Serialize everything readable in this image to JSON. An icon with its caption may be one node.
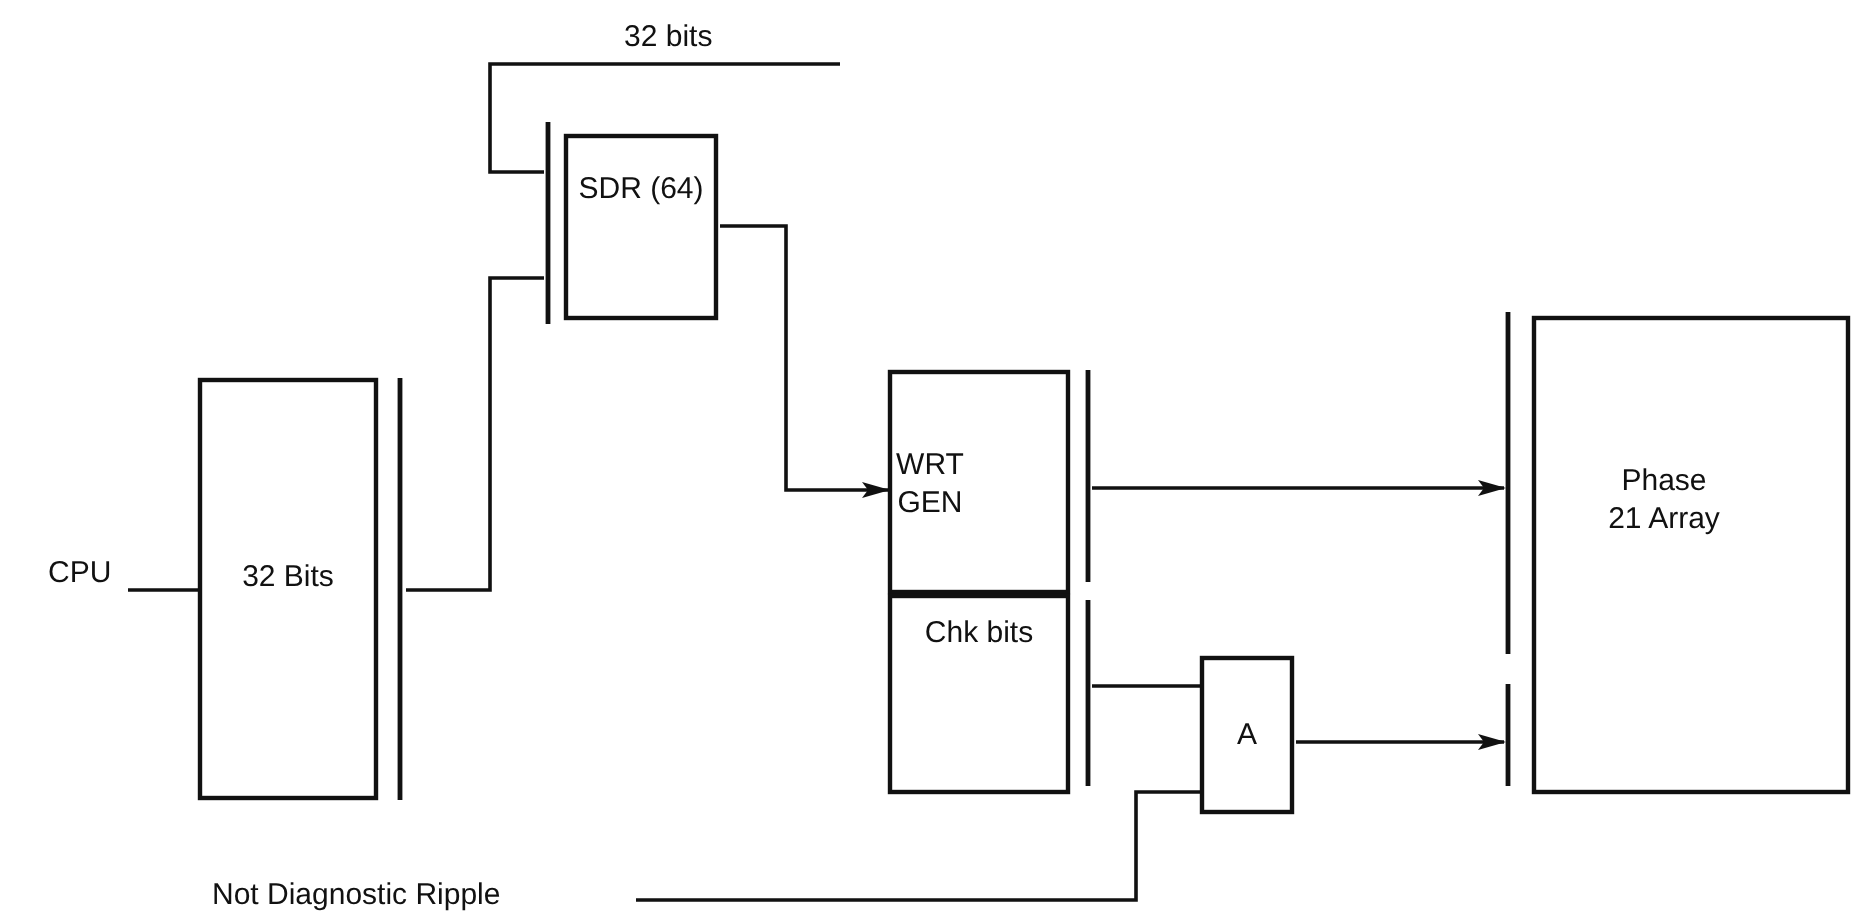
{
  "diagram": {
    "nodes": [
      {
        "text": [
          "CPU"
        ]
      },
      {
        "text": [
          "32 Bits"
        ]
      },
      {
        "text": [
          "SDR (64)"
        ]
      },
      {
        "text": [
          "WRT GEN"
        ]
      },
      {
        "text": [
          "Chk bits"
        ]
      },
      {
        "text": [
          "A"
        ]
      },
      {
        "text": [
          "Phase 21 Array"
        ]
      },
      {
        "text": [
          "Not Diagnostic Ripple"
        ]
      }
    ],
    "edges": [
      {
        "from": 0,
        "to": 1,
        "arrow": "none"
      },
      {
        "from": 1,
        "to": 2,
        "arrow": "none"
      },
      {
        "from": null,
        "to": 2,
        "arrow": "none",
        "label": "32 bits"
      },
      {
        "from": 2,
        "to": 3,
        "arrow": "to"
      },
      {
        "from": 3,
        "to": 6,
        "arrow": "to"
      },
      {
        "from": 4,
        "to": 5,
        "arrow": "none"
      },
      {
        "from": 5,
        "to": 6,
        "arrow": "to"
      },
      {
        "from": 7,
        "to": 5,
        "arrow": "none"
      }
    ]
  }
}
